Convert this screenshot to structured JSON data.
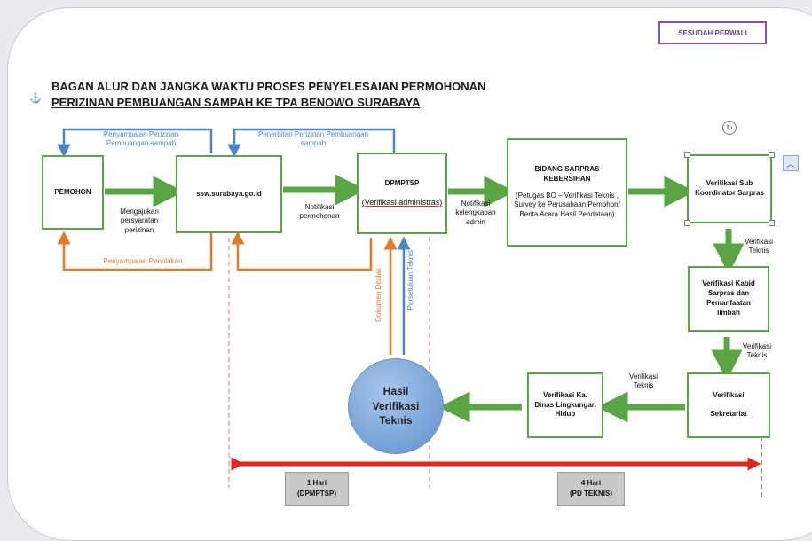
{
  "tag": "SESUDAH PERWALI",
  "title_line1": "BAGAN ALUR DAN JANGKA WAKTU PROSES PENYELESAIAN PERMOHONAN",
  "title_line2": "PERIZINAN PEMBUANGAN SAMPAH KE TPA BENOWO SURABAYA",
  "nodes": {
    "pemohon": "PEMOHON",
    "ssw": "ssw.surabaya.go.id",
    "dpmptsp_title": "DPMPTSP",
    "dpmptsp_sub": "(Verifikasi administras)",
    "sarpras_title": "BIDANG SARPRAS KEBERSIHAN",
    "sarpras_sub": "(Petugas BO – Verifikasi Teknis , Survey ke Perusahaan Pemohon/ Berita Acara Hasil Pendataan)",
    "subkoor": "Verifikasi Sub Koordinator Sarpras",
    "kabid": "Verifikasi Kabid Sarpras dan Pemanfaatan limbah",
    "sekretariat_line1": "Verifikasi",
    "sekretariat_line2": "Sekretariat",
    "kadinas": "Verifikasi Ka. Dinas Lingkungan Hidup",
    "hasil": [
      "Hasil",
      "Verifikasi",
      "Teknis"
    ]
  },
  "labels": {
    "penyampaian_perizinan": "Penyampaian Perizinan Pembuangan sampah",
    "penerbitan_perizinan": "Penerbitan Perizinan Pembuangan sampah",
    "mengajukan": "Mengajukan persyaratan perizinan",
    "notifikasi_permohonan": "Notifikasi permohonan",
    "notifikasi_kelengkapan": "Notifikasi kelengkapan admin",
    "penyampaian_penolakan": "Penyampaian Penolakan",
    "dokumen_ditolak": "Dokumen Ditolak",
    "persetujuan_teknis": "Persetujuan Teknis",
    "verifikasi_teknis_1": "Verifikasi Teknis",
    "verifikasi_teknis_2": "Verifikasi Teknis",
    "verifikasi_teknis_3": "Verifikasi Teknis"
  },
  "timeline": {
    "left_days": "1 Hari",
    "left_unit": "(DPMPTSP)",
    "right_days": "4 Hari",
    "right_unit": "(PD TEKNIS)"
  },
  "colors": {
    "green": "#5aa544",
    "blue": "#4a86c8",
    "orange": "#e07b2a",
    "red": "#e52520"
  }
}
